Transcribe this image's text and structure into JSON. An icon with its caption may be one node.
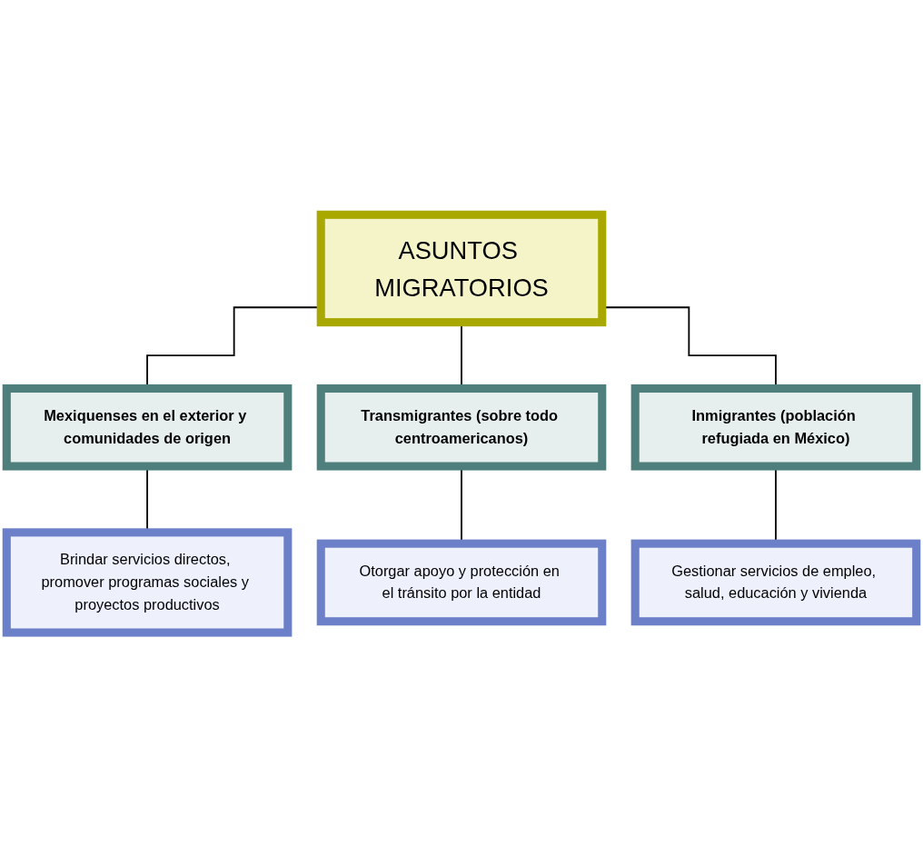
{
  "diagram": {
    "nodes": [
      {
        "text": [
          "ASUNTOS MIGRATORIOS"
        ]
      },
      {
        "text": [
          "Mexiquenses en el exterior y comunidades de origen"
        ]
      },
      {
        "text": [
          "Transmigrantes (sobre todo centroamericanos)"
        ]
      },
      {
        "text": [
          "Inmigrantes (población refugiada en México)"
        ]
      },
      {
        "text": [
          "Brindar servicios directos, promover programas sociales y proyectos productivos"
        ]
      },
      {
        "text": [
          "Otorgar apoyo y protección en el tránsito por la entidad"
        ]
      },
      {
        "text": [
          "Gestionar servicios de empleo, salud, educación y vivienda"
        ]
      }
    ],
    "edges": [
      {
        "from": 0,
        "to": 1,
        "arrow": "none"
      },
      {
        "from": 0,
        "to": 2,
        "arrow": "none"
      },
      {
        "from": 0,
        "to": 3,
        "arrow": "none"
      },
      {
        "from": 1,
        "to": 4,
        "arrow": "none"
      },
      {
        "from": 2,
        "to": 5,
        "arrow": "none"
      },
      {
        "from": 3,
        "to": 6,
        "arrow": "none"
      }
    ]
  }
}
